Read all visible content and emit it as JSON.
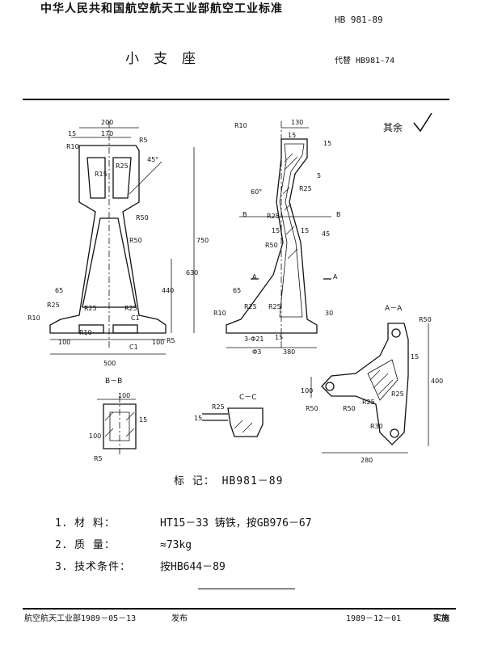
{
  "header": {
    "title": "中华人民共和国航空航天工业部航空工业标准",
    "standard_no": "HB 981-89",
    "part_name": "小支座",
    "replaces": "代替 HB981-74"
  },
  "drawing": {
    "roughness_note": "其余",
    "dimensions": [
      "200",
      "170",
      "15",
      "R10",
      "R5",
      "45°",
      "R15",
      "R25",
      "R25",
      "R50",
      "750",
      "630",
      "440",
      "65",
      "R25",
      "R10",
      "R25",
      "R25",
      "R10",
      "C1",
      "100",
      "100",
      "R5",
      "C1",
      "500",
      "130",
      "R10",
      "15",
      "15",
      "5",
      "R25",
      "60°",
      "B",
      "B",
      "R25",
      "15",
      "R50",
      "15",
      "R25",
      "45",
      "65",
      "R25",
      "R10",
      "R25",
      "30",
      "A",
      "A",
      "3-Φ21",
      "15",
      "Φ3",
      "380"
    ],
    "section_aa": {
      "label": "A－A",
      "dims": [
        "R50",
        "15",
        "400",
        "100",
        "R50",
        "R50",
        "R25",
        "R25",
        "R30",
        "280"
      ]
    },
    "section_bb": {
      "label": "B－B",
      "dims": [
        "100",
        "15",
        "100",
        "R5"
      ]
    },
    "section_cc": {
      "label": "C－C",
      "dims": [
        "R25",
        "15"
      ]
    }
  },
  "marking": {
    "label": "标 记：",
    "value": "HB981－89"
  },
  "notes": [
    {
      "num": "1.",
      "label": "材 料：",
      "value": "HT15－33 铸铁，按GB976－67"
    },
    {
      "num": "2.",
      "label": "质 量：",
      "value": "≈73kg"
    },
    {
      "num": "3.",
      "label": "技术条件：",
      "value": "按HB644－89"
    }
  ],
  "footer": {
    "issuer": "航空航天工业部1989－05－13",
    "publish": "发布",
    "effective_date": "1989－12－01",
    "implement": "实施"
  }
}
